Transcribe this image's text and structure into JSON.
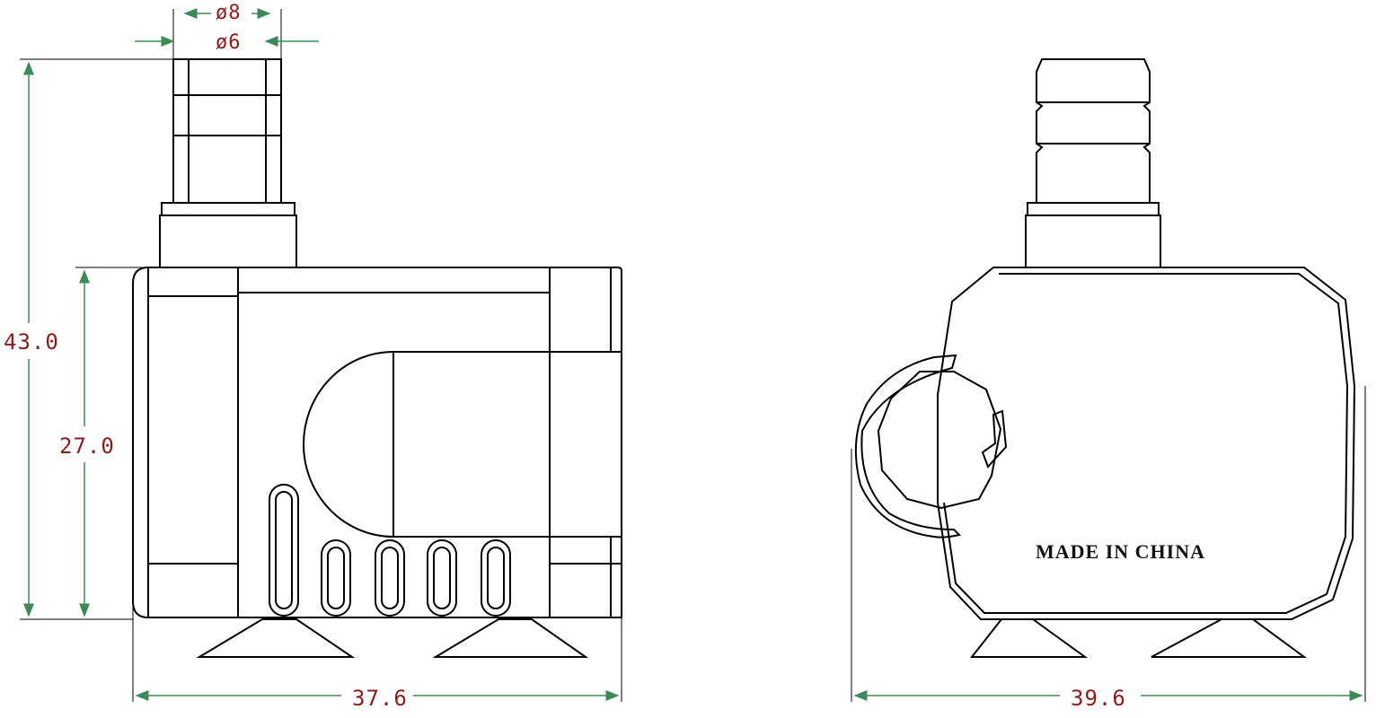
{
  "dimensions": {
    "outer_diameter": "ø8",
    "inner_diameter": "ø6",
    "total_height": "43.0",
    "body_height": "27.0",
    "side_width": "37.6",
    "front_width": "39.6"
  },
  "marking": "MADE IN CHINA",
  "colors": {
    "outline": "#000000",
    "dimension_line": "#3e8a57",
    "dimension_text": "#8b1c1c"
  }
}
